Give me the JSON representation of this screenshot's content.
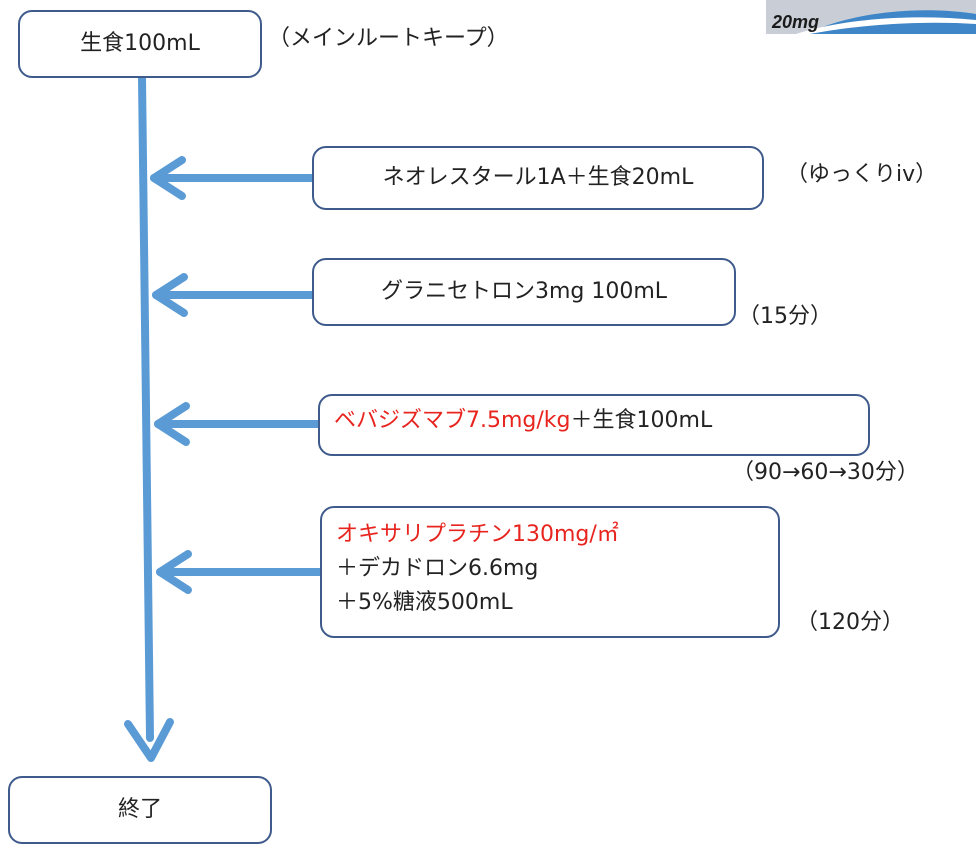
{
  "start": {
    "label": "生食100mL",
    "note": "（メインルートキープ）"
  },
  "steps": [
    {
      "text_red": "",
      "text": "ネオレスタール1A＋生食20mL",
      "extra": [],
      "note": "（ゆっくりiv）"
    },
    {
      "text_red": "",
      "text": "グラニセトロン3mg 100mL",
      "extra": [],
      "note": "（15分）"
    },
    {
      "text_red": "ベバジズマブ7.5mg/kg",
      "text": "＋生食100mL",
      "extra": [],
      "note": "（90→60→30分）"
    },
    {
      "text_red": "オキサリプラチン130mg/㎡",
      "text": "",
      "extra": [
        "＋デカドロン6.6mg",
        "＋5%糖液500mL"
      ],
      "note": "（120分）"
    }
  ],
  "end": {
    "label": "終了"
  },
  "corner_image": {
    "label": "20mg"
  },
  "colors": {
    "arrow": "#5b9bd5",
    "box_border": "#3f5b8c",
    "highlight": "#e8241e"
  }
}
